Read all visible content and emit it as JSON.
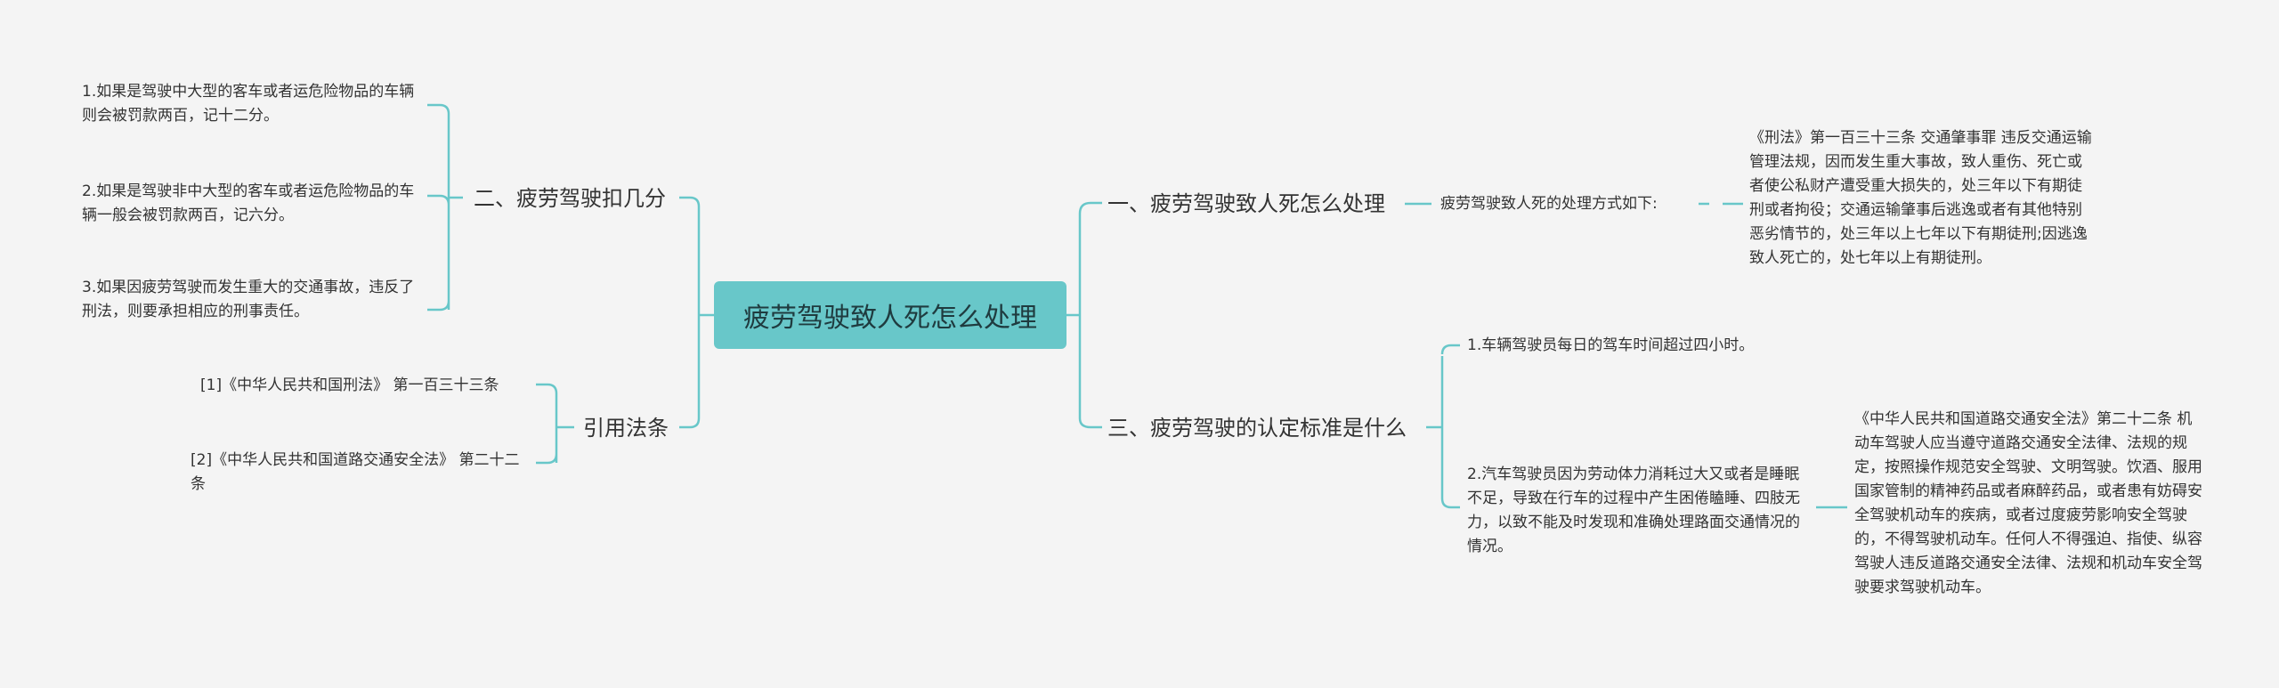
{
  "root": "疲劳驾驶致人死怎么处理",
  "left": {
    "deduction": {
      "label": "二、疲劳驾驶扣几分",
      "items": [
        "1.如果是驾驶中大型的客车或者运危险物品的车辆则会被罚款两百，记十二分。",
        "2.如果是驾驶非中大型的客车或者运危险物品的车辆一般会被罚款两百，记六分。",
        "3.如果因疲劳驾驶而发生重大的交通事故，违反了刑法，则要承担相应的刑事责任。"
      ]
    },
    "law": {
      "label": "引用法条",
      "items": [
        "[1]《中华人民共和国刑法》 第一百三十三条",
        "[2]《中华人民共和国道路交通安全法》 第二十二条"
      ]
    }
  },
  "right": {
    "handling": {
      "label": "一、疲劳驾驶致人死怎么处理",
      "sub": "疲劳驾驶致人死的处理方式如下:",
      "detail": "《刑法》第一百三十三条 交通肇事罪 违反交通运输管理法规，因而发生重大事故，致人重伤、死亡或者使公私财产遭受重大损失的，处三年以下有期徒刑或者拘役；交通运输肇事后逃逸或者有其他特别恶劣情节的，处三年以上七年以下有期徒刑;因逃逸致人死亡的，处七年以上有期徒刑。"
    },
    "criteria": {
      "label": "三、疲劳驾驶的认定标准是什么",
      "items": [
        "1.车辆驾驶员每日的驾车时间超过四小时。",
        "2.汽车驾驶员因为劳动体力消耗过大又或者是睡眠不足，导致在行车的过程中产生困倦瞌睡、四肢无力，以致不能及时发现和准确处理路面交通情况的情况。"
      ],
      "detail": "《中华人民共和国道路交通安全法》第二十二条 机动车驾驶人应当遵守道路交通安全法律、法规的规定，按照操作规范安全驾驶、文明驾驶。饮酒、服用国家管制的精神药品或者麻醉药品，或者患有妨碍安全驾驶机动车的疾病，或者过度疲劳影响安全驾驶的，不得驾驶机动车。任何人不得强迫、指使、纵容驾驶人违反道路交通安全法律、法规和机动车安全驾驶要求驾驶机动车。"
    }
  },
  "colors": {
    "line": "#68c7c9",
    "root_bg": "#68c7c9",
    "background": "#f4f4f4"
  }
}
